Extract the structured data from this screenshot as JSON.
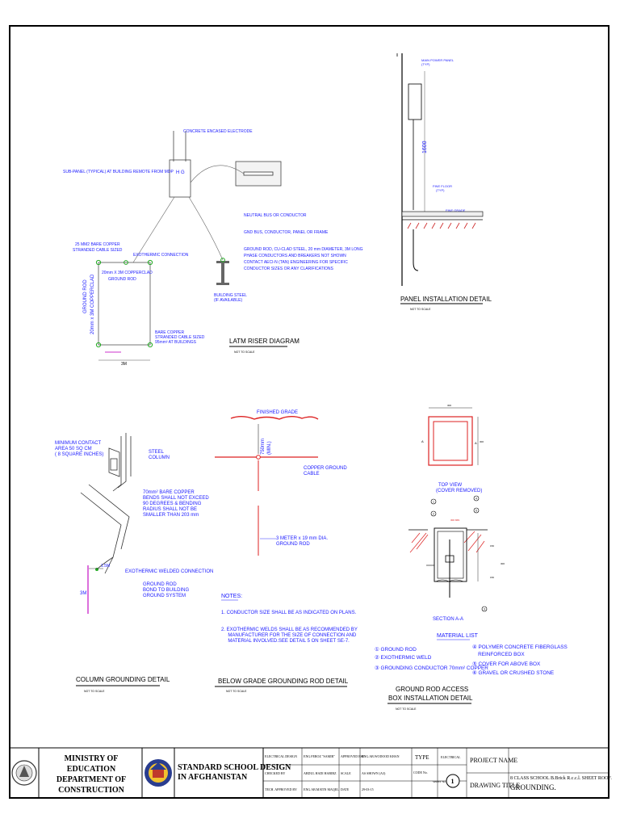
{
  "riser": {
    "labels": {
      "concrete_electrode": "CONCRETE ENCASED ELECTRODE",
      "subpanel": "SUB-PANEL (TYPICAL) AT BUILDING REMOTE FROM MDP",
      "cable_25": [
        "25 MM2 BARE COPPER",
        "STRANDED CABLE SIZED"
      ],
      "exothermic": "EXOTHERMIC CONNECTION",
      "rod_size": [
        "20mm X 3M COPPERCLAD",
        "GROUND ROD"
      ],
      "ground_rod_v": [
        "GROUND ROD",
        "20mm x 3M COPPERCLAD"
      ],
      "bare_copper": [
        "BARE COPPER",
        "STRANDED CABLE SIZED",
        "95mm² AT BUILDINGS"
      ],
      "dim_3m": "3M",
      "building_steel": [
        "BUILDING STEEL",
        "(IF AVAILABLE)"
      ],
      "notes": [
        "NEUTRAL BUS OR CONDUCTOR",
        "GND BUS, CONDUCTOR, PANEL OR FRAME",
        "GROUND ROD, CU-CLAD STEEL, 20 mm DIAMETER, 3M LONG",
        "PHASE CONDUCTORS AND BREAKERS NOT SHOWN",
        "CONTACT AECI-N (TAN) ENGINEERING FOR SPECIFIC",
        "CONDUCTOR SIZES OR ANY CLARIFICATIONS"
      ]
    },
    "title": "LATM RISER DIAGRAM",
    "scale": "NOT TO SCALE"
  },
  "panel": {
    "labels": {
      "main_panel": [
        "MAIN POWER PANEL",
        "(TYP)"
      ],
      "dim": "1600",
      "fin_floor": [
        "FINE FLOOR",
        "(TYP)"
      ],
      "fin_grade": "FINE GRADE"
    },
    "title": "PANEL INSTALLATION DETAIL",
    "scale": "NOT TO SCALE"
  },
  "column": {
    "labels": {
      "min_contact": [
        "MINIMUM CONTACT",
        "AREA 50 SQ CM",
        "( 8 SQUARE INCHES)"
      ],
      "steel_column": [
        "STEEL",
        "COLUMN"
      ],
      "bare_copper": [
        "70mm² BARE COPPER",
        "BENDS SHALL NOT EXCEED",
        "90 DEGREES & BENDING",
        "RADIUS SHALL NOT BE",
        "SMALLER THAN 203 mm"
      ],
      "dim_15": "1.5M",
      "exo_weld": "EXOTHERMIC WELDED CONNECTION",
      "dim_3m": "3M",
      "ground_rod": [
        "GROUND ROD",
        "BOND TO BUILDING",
        "GROUND SYSTEM"
      ]
    },
    "title": "COLUMN GROUNDING DETAIL",
    "scale": "NOT TO SCALE"
  },
  "belowgrade": {
    "labels": {
      "finished_grade": "FINISHED GRADE",
      "depth": [
        "750mm",
        "(MIN.)"
      ],
      "copper_cable": [
        "COPPER GROUND",
        "CABLE"
      ],
      "rod": [
        "3 METER x 19 mm DIA.",
        "GROUND ROD"
      ]
    },
    "notes_title": "NOTES:",
    "notes": [
      [
        "1.  CONDUCTOR SIZE SHALL BE AS INDICATED ON PLANS."
      ],
      [
        "2.  EXOTHERMIC WELDS SHALL BE AS RECOMMENDED BY",
        "     MANUFACTURER FOR THE SIZE OF CONNECTION AND",
        "     MATERIAL INVOLVED.SEE DETAIL 5 ON SHEET SE-7."
      ]
    ],
    "title": "BELOW GRADE GROUNDING ROD DETAIL",
    "scale": "NOT TO SCALE"
  },
  "box": {
    "top_view": [
      "TOP VIEW",
      "(COVER REMOVED)"
    ],
    "section": "SECTION A-A",
    "material_title": "MATERIAL LIST",
    "materials_left": [
      "① GROUND ROD",
      "② EXOTHERMIC WELD",
      "③ GROUNDING CONDUCTOR 70mm² COPPER"
    ],
    "materials_right": [
      "④ POLYMER CONCRETE FIBERGLASS",
      "    REINFORCED BOX",
      "⑤ COVER FOR ABOVE BOX",
      "⑥ GRAVEL OR CRUSHED STONE"
    ],
    "title": [
      "GROUND ROD ACCESS",
      "BOX INSTALLATION DETAIL"
    ],
    "scale": "NOT TO SCALE",
    "dims": {
      "top_w": "300",
      "side": "300",
      "d1": "150",
      "d2": "300",
      "d3": "150",
      "h": "300 MIN"
    }
  },
  "titleblock": {
    "ministry": [
      "MINISTRY OF EDUCATION",
      "DEPARTMENT OF",
      "CONSTRUCTION"
    ],
    "school": [
      "STANDARD SCHOOL DESIGN",
      "IN AFGHANISTAN"
    ],
    "rows": [
      [
        "ELECTRICAL DESIGN",
        "ENG.FEROZ \"SAMIR\"",
        "APPROVED ESE",
        "ENG.AB.WODOOD KHAN"
      ],
      [
        "CHECKED BY",
        "ABDUL HADI HABIBZ",
        "SCALE",
        "AS SHOWN (A3)"
      ],
      [
        "TECH. APPROVED BY",
        "ENG.AB.MATIN MAQEL",
        "DATE",
        "29-03-15"
      ]
    ],
    "type_label": "TYPE",
    "type_value": "ELECTRICAL",
    "code_label": "CODE No.",
    "sheet_label": "SHEET No.",
    "sheet_no": "1",
    "project_label": "PROJECT NAME",
    "project_value": "8 CLASS SCHOOL B.Brick R.c.c.l.  SHEET ROOF.",
    "drawing_label": "DRAWING TITLE",
    "drawing_value": "GROUNDING."
  }
}
